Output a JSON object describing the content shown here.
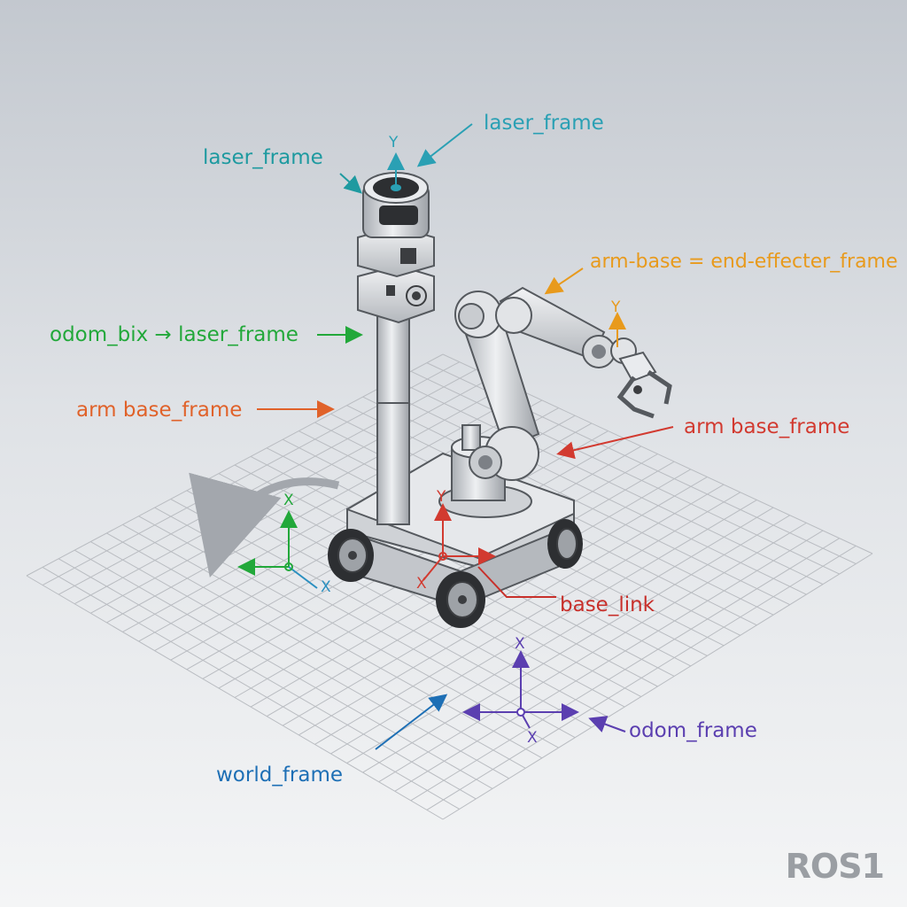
{
  "labels": {
    "laser_frame_top": "laser_frame",
    "laser_frame_left": "laser_frame",
    "arm_end_effector": "arm-base = end-effecter_frame",
    "odom_to_laser": "odom_bix → laser_frame",
    "arm_base_left": "arm base_frame",
    "arm_base_right": "arm base_frame",
    "base_link": "base_link",
    "odom_frame": "odom_frame",
    "world_frame": "world_frame"
  },
  "axis_letters": {
    "laser_y": "Y",
    "arm_y": "Y",
    "left_x": "X",
    "left_axis2": "X",
    "base_y": "Y",
    "base_x": "X",
    "odom_x_top": "X",
    "odom_x_bottom": "X"
  },
  "watermark": "ROS1",
  "colors": {
    "laser": "#2aa0b4",
    "laser_left": "#1e9aa0",
    "arm_effector": "#e89a1c",
    "odom_green": "#22a83a",
    "arm_base_orange": "#e0622a",
    "arm_base_red": "#d23a30",
    "base_link": "#c8302b",
    "odom_purple": "#5b3fb0",
    "world_blue": "#1d6fb5"
  }
}
